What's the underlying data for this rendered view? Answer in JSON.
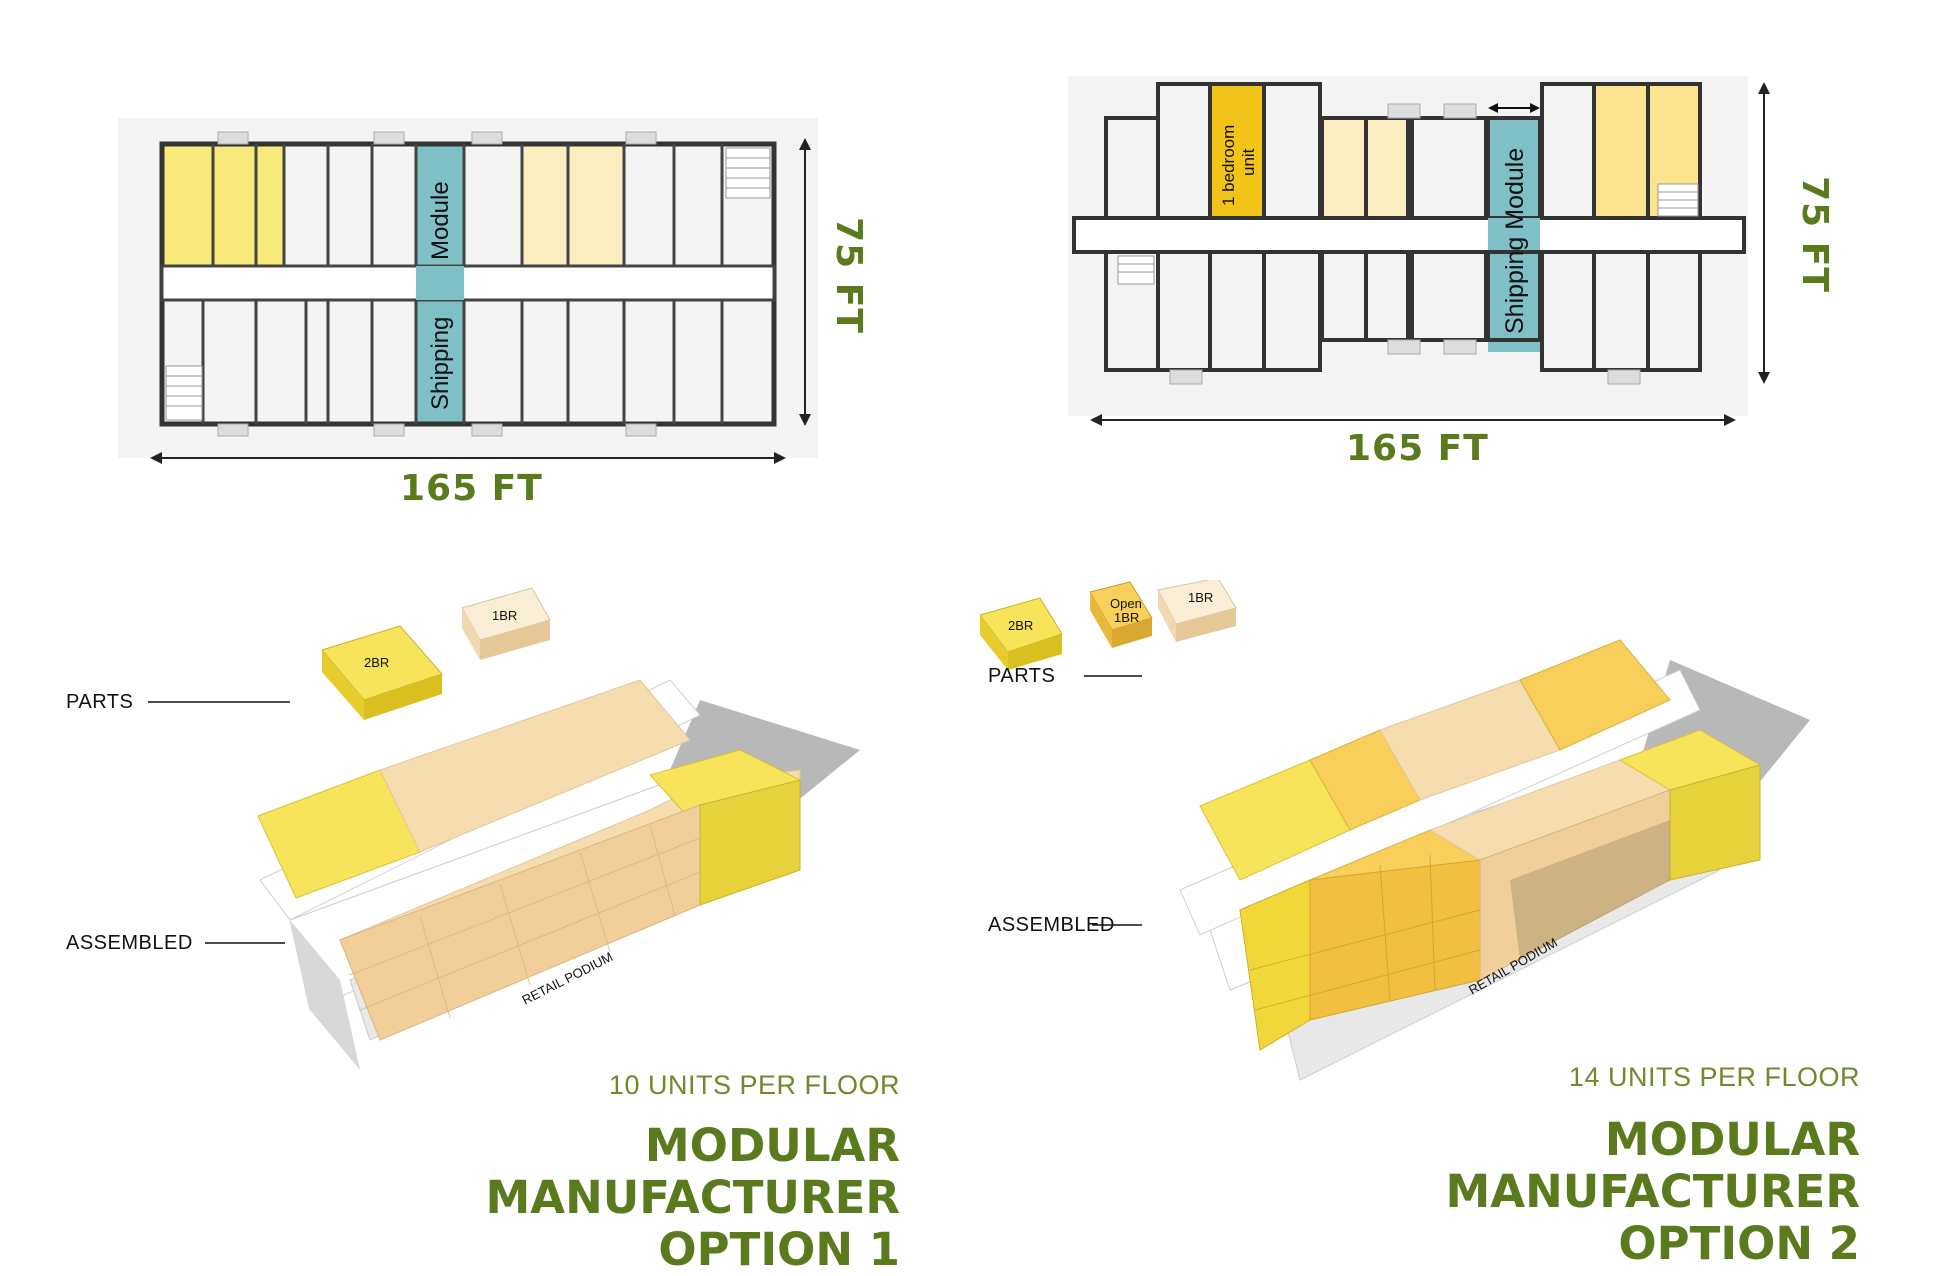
{
  "option1": {
    "width_label": "165 FT",
    "depth_label": "75 FT",
    "module_label_a": "Module",
    "module_label_b": "Shipping",
    "parts_label": "PARTS",
    "assembled_label": "ASSEMBLED",
    "part_2br": "2BR",
    "part_1br": "1BR",
    "podium_label": "RETAIL PODIUM",
    "units_per_floor": "10 UNITS PER FLOOR",
    "title_line1": "MODULAR MANUFACTURER",
    "title_line2": "OPTION 1"
  },
  "option2": {
    "width_label": "165 FT",
    "depth_label": "75 FT",
    "unit_label_a": "1 bedroom",
    "unit_label_b": "unit",
    "module_label": "Shipping Module",
    "parts_label": "PARTS",
    "assembled_label": "ASSEMBLED",
    "part_2br": "2BR",
    "part_open_a": "Open",
    "part_open_b": "1BR",
    "part_1br": "1BR",
    "podium_label": "RETAIL PODIUM",
    "units_per_floor": "14 UNITS PER FLOOR",
    "title_line1": "MODULAR MANUFACTURER",
    "title_line2": "OPTION 2"
  },
  "colors": {
    "yellow": "#f7e97a",
    "pale_yellow": "#fbeec0",
    "gold": "#f2c318",
    "teal": "#7fbfc6",
    "tan": "#f6dcb0",
    "accent_green": "#5a7a1e"
  }
}
